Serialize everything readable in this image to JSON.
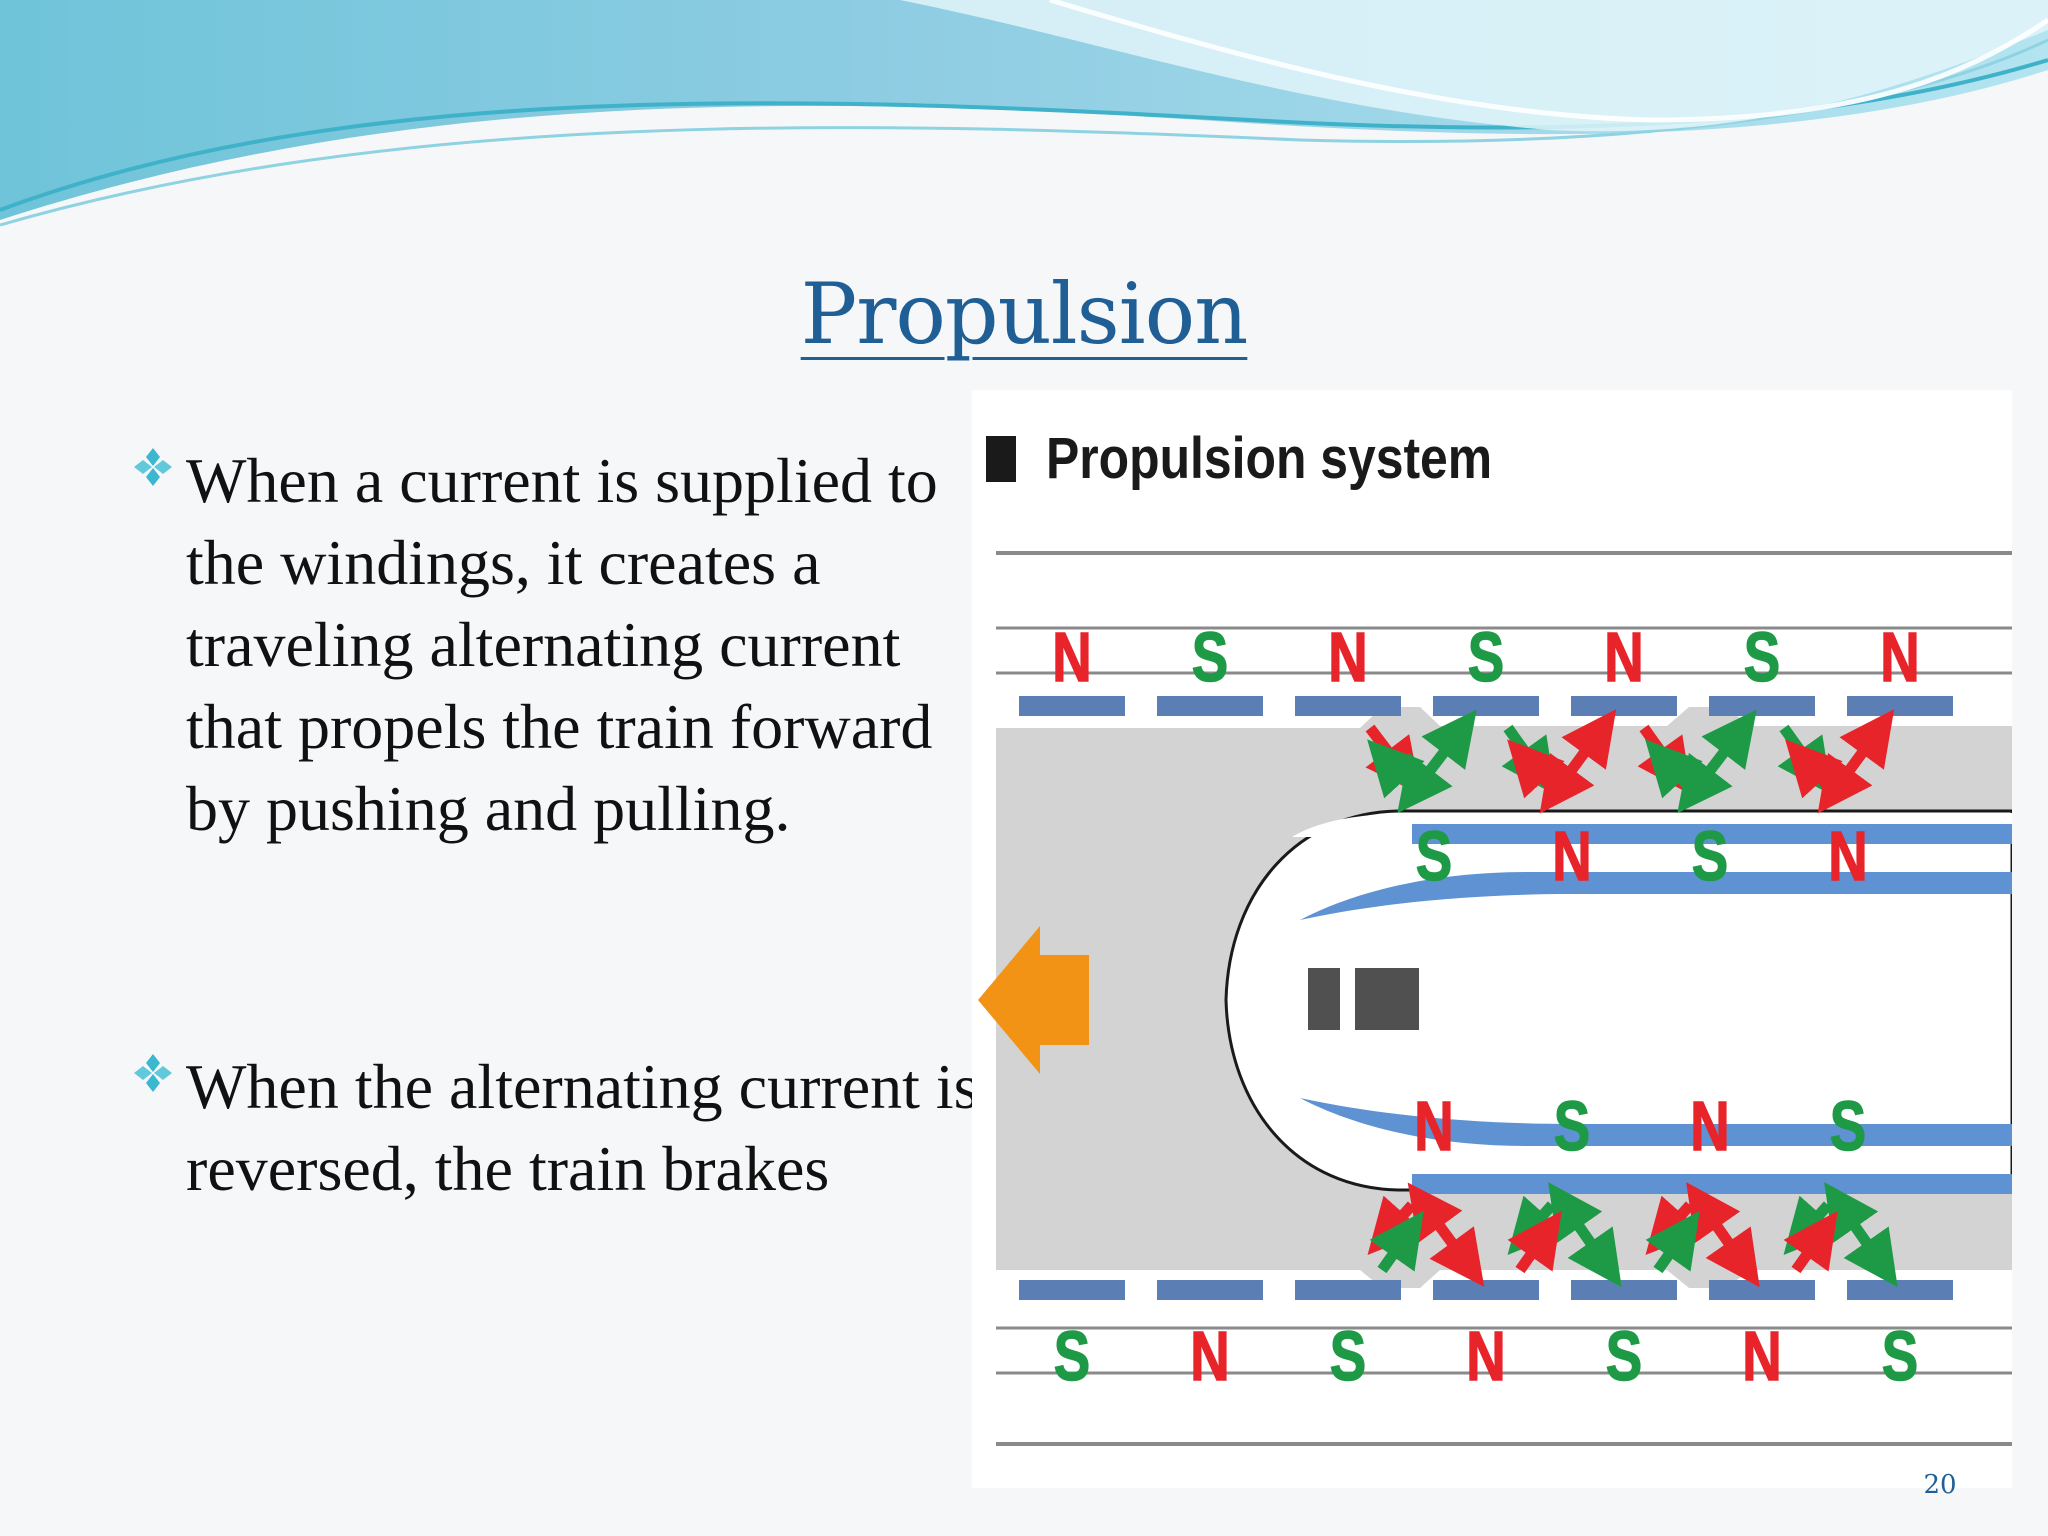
{
  "slide": {
    "title": "Propulsion",
    "page_number": "20",
    "bullets": [
      {
        "text": "When a current is supplied to the windings, it creates a traveling alternating current that propels the train forward by pushing and pulling."
      },
      {
        "text": "When the alternating current is reversed, the train brakes"
      }
    ],
    "bullet_icon": "four-diamond-bullet-icon"
  },
  "diagram": {
    "heading": "Propulsion system",
    "top_wall_poles": [
      "N",
      "S",
      "N",
      "S",
      "N",
      "S",
      "N"
    ],
    "train_top_poles": [
      "S",
      "N",
      "S",
      "N"
    ],
    "train_bottom_poles": [
      "N",
      "S",
      "N",
      "S"
    ],
    "bottom_wall_poles": [
      "S",
      "N",
      "S",
      "N",
      "S",
      "N",
      "S"
    ],
    "direction_icon": "left-arrow-icon",
    "colors": {
      "north": "#e8242b",
      "south": "#1e9a47",
      "coil": "#5b7fb5",
      "train_band": "#5f92d2",
      "arrow": "#f39316",
      "guideway": "#d3d3d3",
      "title": "#1f5f95"
    }
  }
}
